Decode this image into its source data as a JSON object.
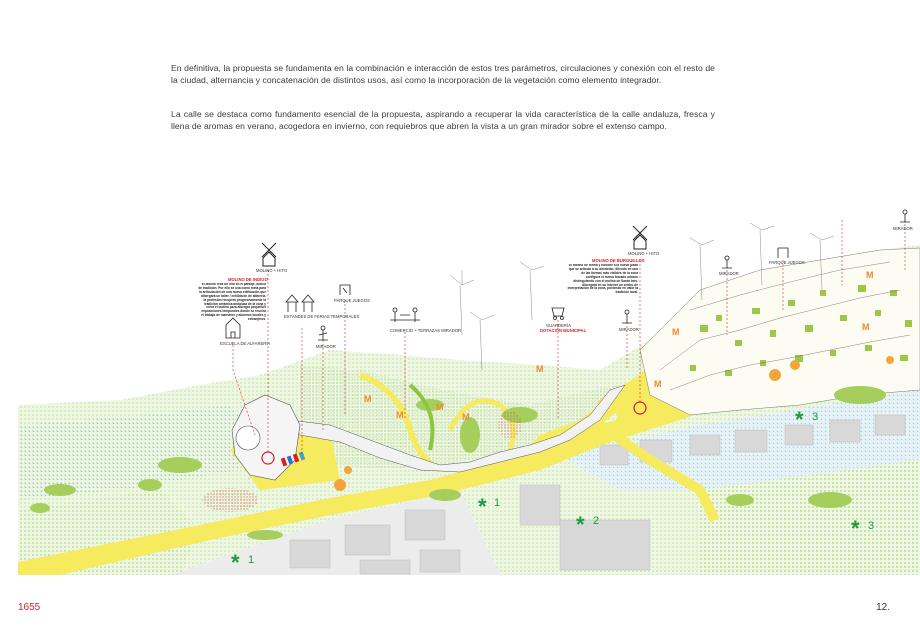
{
  "text": {
    "paragraph_1": "En definitiva, la propuesta se fundamenta en la combinación e interacción de estos tres parámetros, circulaciones y conexión con el resto de la ciudad, alternancia y concatenación de distintos usos, así como la incorporación de la vegetación como elemento integrador.",
    "paragraph_2": "La calle se destaca como fundamento esencial de la propuesta, aspirando a recuperar la vida característica de la calle andaluza, fresca y llena de aromas en verano, acogedora en invierno, con requiebros que abren la vista a un gran mirador sobre el extenso campo."
  },
  "map": {
    "labels": {
      "molino_hito_1": "MOLINO + HITO",
      "molino_hito_2": "MOLINO + HITO",
      "escuela": "ESCUELA DE ALFARERÍA",
      "estandes": "ESTANDES DE FERIAS TEMPORALES",
      "mirador_1": "MIRADOR",
      "parque_juegos_1": "PARQUE JUEGOS",
      "comercio": "COMERCIO + TERRAZAS MIRADOR",
      "guarderia": "GUARDERÍA",
      "guarderia_sub": "DOTACIÓN MUNICIPAL",
      "mirador_2": "MIRADOR",
      "mirador_3": "MIRADOR",
      "parque_juegos_2": "PARQUE JUEGOS",
      "mirador_4": "MIRADOR"
    },
    "blocks": {
      "block_1_title": "MOLINO DE INDIGO",
      "block_1_body": "El Molino crea un hito en el paisaje, marco de tradición. Por ello se usa como meta para la articulación de una nueva edificación que albergará un taller / exhibición de alfarería, la profesión recupera progresivamente la tradición cerámica andaluza de la zona y crear el molino para albergar pequeños exposiciones temporales donde se reunirá el trabajo de maestros y alumnos locales y extranjeros.",
      "block_2_title": "MOLINO DE BURGUILLOS",
      "block_2_body": "El Molino de forma y nombre a la nueva plaza que se articula a su alrededor, tiñendo en una de las formas más visibles de la zona configura el nuevo trazado urbano distinguiendo con el molino de Santa Inés. Albergará en su interior un centro de interpretación de la zona, poniendo en valor la tradición local."
    },
    "zones": [
      "1",
      "1",
      "2",
      "3",
      "3"
    ]
  },
  "footer": {
    "left": "1655",
    "right": "12."
  }
}
